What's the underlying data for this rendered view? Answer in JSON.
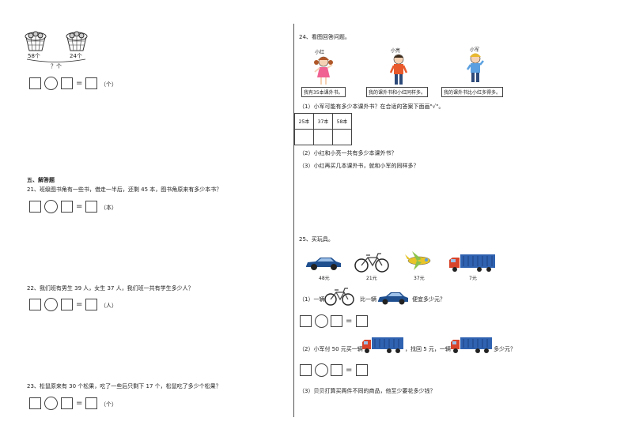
{
  "top_left": {
    "basket1_label": "58个",
    "basket2_label": "24个",
    "brace_label": "？个",
    "unit": "（个）"
  },
  "section5": {
    "title": "五、解答题"
  },
  "q21": {
    "text": "21、班级图书角有一些书，借走一半后，还剩 45 本，图书角原来有多少本书？",
    "unit": "（本）"
  },
  "q22": {
    "text": "22、我们班有男生 39 人，女生 37 人，我们班一共有学生多少人？",
    "unit": "（人）"
  },
  "q23": {
    "text": "23、松鼠原来有 30 个松果，吃了一些后只剩下 17 个，松鼠吃了多少个松果？",
    "unit": "（个）"
  },
  "q24": {
    "text": "24、看图回答问题。",
    "names": [
      "小红",
      "小亮",
      "小军"
    ],
    "speech": [
      "我有35本课外书。",
      "我的课外书和小红同样多。",
      "我的课外书比小红多得多。"
    ],
    "sub1": "（1）小军可能有多少本课外书？在合适的答案下面画\"√\"。",
    "options": [
      "25本",
      "37本",
      "58本"
    ],
    "sub2": "（2）小红和小亮一共有多少本课外书？",
    "sub3": "（3）小红再买几本课外书，就和小军的同样多？"
  },
  "q25": {
    "text": "25、买玩具。",
    "prices": [
      "48元",
      "21元",
      "37元",
      "7元"
    ],
    "sub1_a": "（1）一辆",
    "sub1_b": "比一辆",
    "sub1_c": "便宜多少元？",
    "sub2_a": "（2）小军付 50 元买一辆",
    "sub2_b": "，找回 5 元，一辆",
    "sub2_c": "多少元？",
    "sub3": "（3）贝贝打算买两件不同的商品，他至少要花多少钱？"
  },
  "symbols": {
    "equals": "="
  },
  "colors": {
    "car": "#1f4f8f",
    "truck_box": "#2f62b0",
    "truck_cab": "#d8442a",
    "plane": "#e8c428"
  }
}
